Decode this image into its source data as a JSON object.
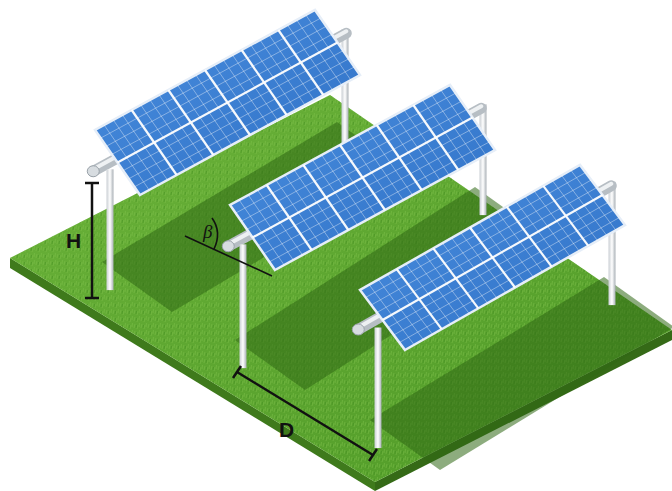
{
  "diagram": {
    "labels": [
      "H",
      "β",
      "D"
    ]
  }
}
